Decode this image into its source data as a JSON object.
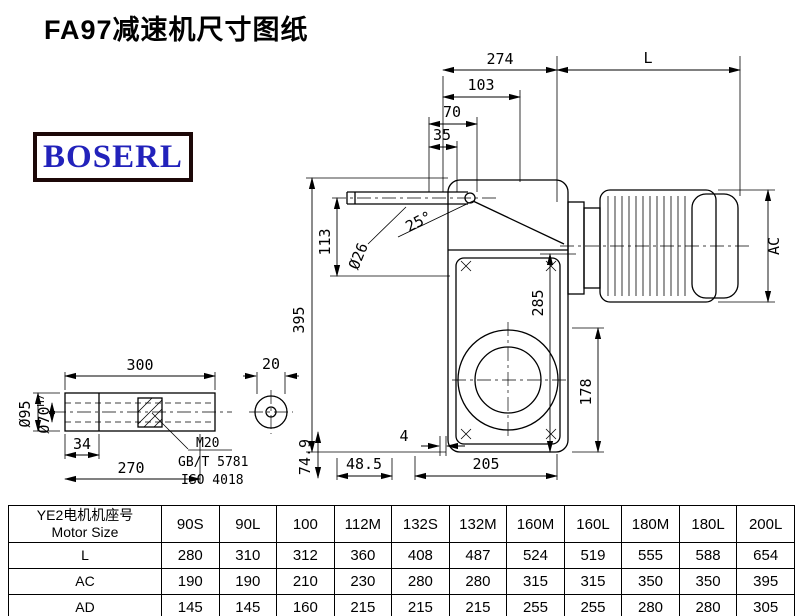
{
  "title": "FA97减速机尺寸图纸",
  "logo": "BOSERL",
  "dims": {
    "d274": "274",
    "dL": "L",
    "d103": "103",
    "d70": "70",
    "d35": "35",
    "d395": "395",
    "d113": "113",
    "d26": "Ø26",
    "d25": "25°",
    "d285": "285",
    "dAC": "AC",
    "d178": "178",
    "d4": "4",
    "d48_5": "48.5",
    "d205": "205"
  },
  "shaft": {
    "d300": "300",
    "d20": "20",
    "d95": "Ø95",
    "d70h7_base": "Ø70",
    "d70h7_sup": "H7",
    "d34": "34",
    "d270": "270",
    "d74_9": "74.9",
    "m20": "M20",
    "gbt": "GB/T 5781",
    "iso": "ISO 4018"
  },
  "table": {
    "header_cn": "YE2电机机座号",
    "header_en": "Motor Size",
    "columns": [
      "90S",
      "90L",
      "100",
      "112M",
      "132S",
      "132M",
      "160M",
      "160L",
      "180M",
      "180L",
      "200L"
    ],
    "rows": [
      {
        "label": "L",
        "values": [
          "280",
          "310",
          "312",
          "360",
          "408",
          "487",
          "524",
          "519",
          "555",
          "588",
          "654"
        ]
      },
      {
        "label": "AC",
        "values": [
          "190",
          "190",
          "210",
          "230",
          "280",
          "280",
          "315",
          "315",
          "350",
          "350",
          "395"
        ]
      },
      {
        "label": "AD",
        "values": [
          "145",
          "145",
          "160",
          "215",
          "215",
          "215",
          "255",
          "255",
          "280",
          "280",
          "305"
        ]
      }
    ]
  }
}
